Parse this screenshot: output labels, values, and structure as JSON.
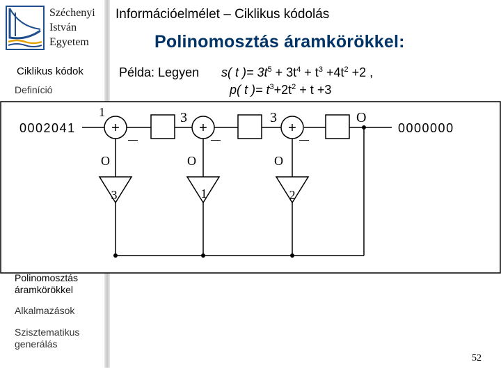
{
  "sidebar": {
    "university": [
      "Széchenyi",
      "István",
      "Egyetem"
    ],
    "nav": {
      "main": "Ciklikus kódok",
      "definition": "Definíció",
      "poly_line1": "Polinomosztás",
      "poly_line2": "áramkörökkel",
      "applications": "Alkalmazások",
      "sys_line1": "Szisztematikus",
      "sys_line2": "generálás"
    }
  },
  "header": {
    "title": "Információelmélet – Ciklikus kódolás"
  },
  "slide": {
    "title": "Polinomosztás áramkörökkel:",
    "example_label": "Példa: Legyen",
    "s_formula": {
      "lhs": "s( t )= 3t",
      "e1": "5",
      "p2": " + 3t",
      "e2": "4",
      "p3": " + t",
      "e3": "3",
      "p4": " +4t",
      "e4": "2",
      "p5": " +2 ,"
    },
    "p_formula": {
      "lhs": "p( t )= t",
      "e1": "3",
      "p2": "+2t",
      "e2": "2",
      "p3": " + t +3"
    }
  },
  "circuit": {
    "input_stream": "0002041",
    "output_stream": "0000000",
    "adders": [
      {
        "top_value": "1",
        "feedback_value": "O",
        "sign": "+",
        "minus": "—"
      },
      {
        "top_value": "3",
        "feedback_value": "O",
        "sign": "+",
        "minus": "—"
      },
      {
        "top_value": "3",
        "feedback_value": "O",
        "sign": "+",
        "minus": "—"
      }
    ],
    "multipliers": [
      "3",
      "1",
      "2"
    ],
    "register_output": "O"
  },
  "page_number": "52",
  "colors": {
    "title": "#003366",
    "logo": "#1f4e8c",
    "line": "#000000"
  }
}
